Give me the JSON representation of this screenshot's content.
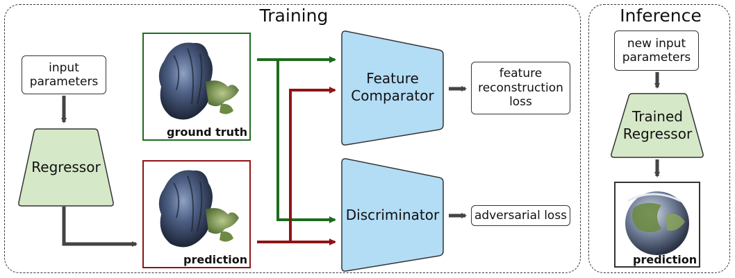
{
  "training": {
    "title": "Training",
    "input_parameters": "input\nparameters",
    "regressor": "Regressor",
    "ground_truth_label": "ground truth",
    "prediction_label": "prediction",
    "feature_comparator": "Feature\nComparator",
    "feature_loss": "feature\nreconstruction\nloss",
    "discriminator": "Discriminator",
    "adversarial_loss": "adversarial loss"
  },
  "inference": {
    "title": "Inference",
    "new_input_parameters": "new input\nparameters",
    "trained_regressor": "Trained\nRegressor",
    "prediction_label": "prediction"
  },
  "colors": {
    "green_fill": "#d5e8c8",
    "blue_fill": "#b3dcf5",
    "green_line": "#1e6b1e",
    "red_line": "#8f1414",
    "gray_arrow": "#444444"
  }
}
